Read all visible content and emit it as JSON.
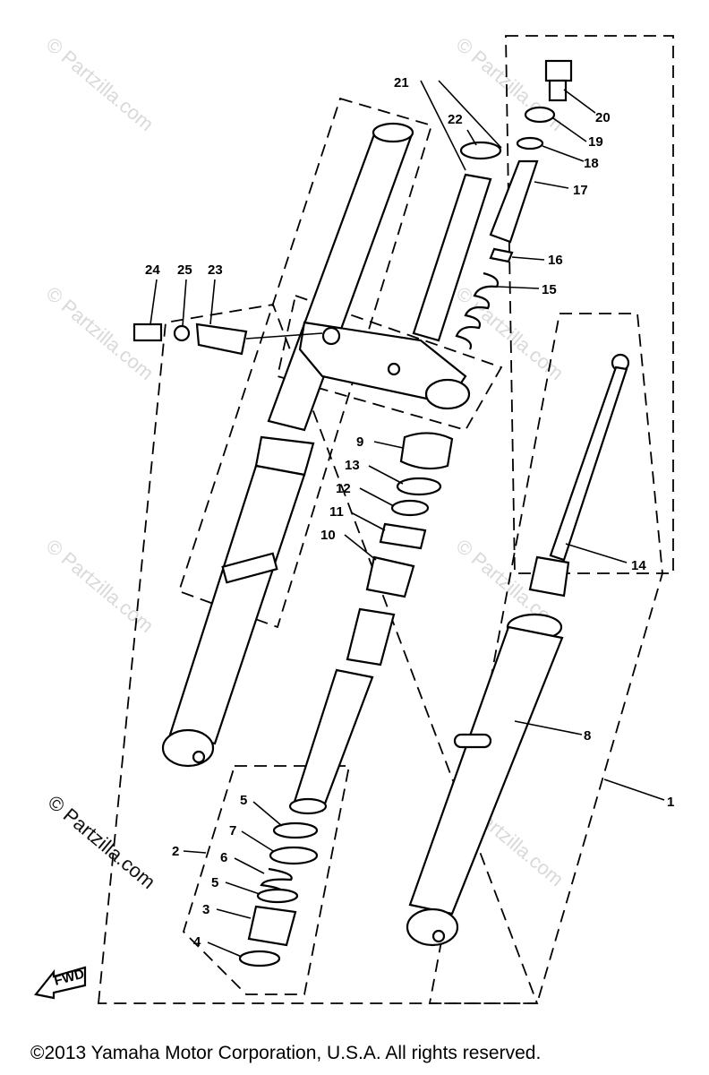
{
  "watermarks": {
    "text": "© Partzilla.com",
    "dark_text": "© Partzilla.com"
  },
  "fwd_badge": "FWD",
  "copyright": "©2013  Yamaha Motor Corporation, U.S.A. All rights reserved.",
  "callouts": [
    {
      "id": "21",
      "label": "21"
    },
    {
      "id": "22",
      "label": "22"
    },
    {
      "id": "20",
      "label": "20"
    },
    {
      "id": "19",
      "label": "19"
    },
    {
      "id": "18",
      "label": "18"
    },
    {
      "id": "17",
      "label": "17"
    },
    {
      "id": "16",
      "label": "16"
    },
    {
      "id": "15",
      "label": "15"
    },
    {
      "id": "24",
      "label": "24"
    },
    {
      "id": "25",
      "label": "25"
    },
    {
      "id": "23",
      "label": "23"
    },
    {
      "id": "9",
      "label": "9"
    },
    {
      "id": "13",
      "label": "13"
    },
    {
      "id": "12",
      "label": "12"
    },
    {
      "id": "11",
      "label": "11"
    },
    {
      "id": "10",
      "label": "10"
    },
    {
      "id": "14",
      "label": "14"
    },
    {
      "id": "8",
      "label": "8"
    },
    {
      "id": "1",
      "label": "1"
    },
    {
      "id": "5a",
      "label": "5"
    },
    {
      "id": "7",
      "label": "7"
    },
    {
      "id": "2",
      "label": "2"
    },
    {
      "id": "6",
      "label": "6"
    },
    {
      "id": "5b",
      "label": "5"
    },
    {
      "id": "3",
      "label": "3"
    },
    {
      "id": "4",
      "label": "4"
    }
  ]
}
